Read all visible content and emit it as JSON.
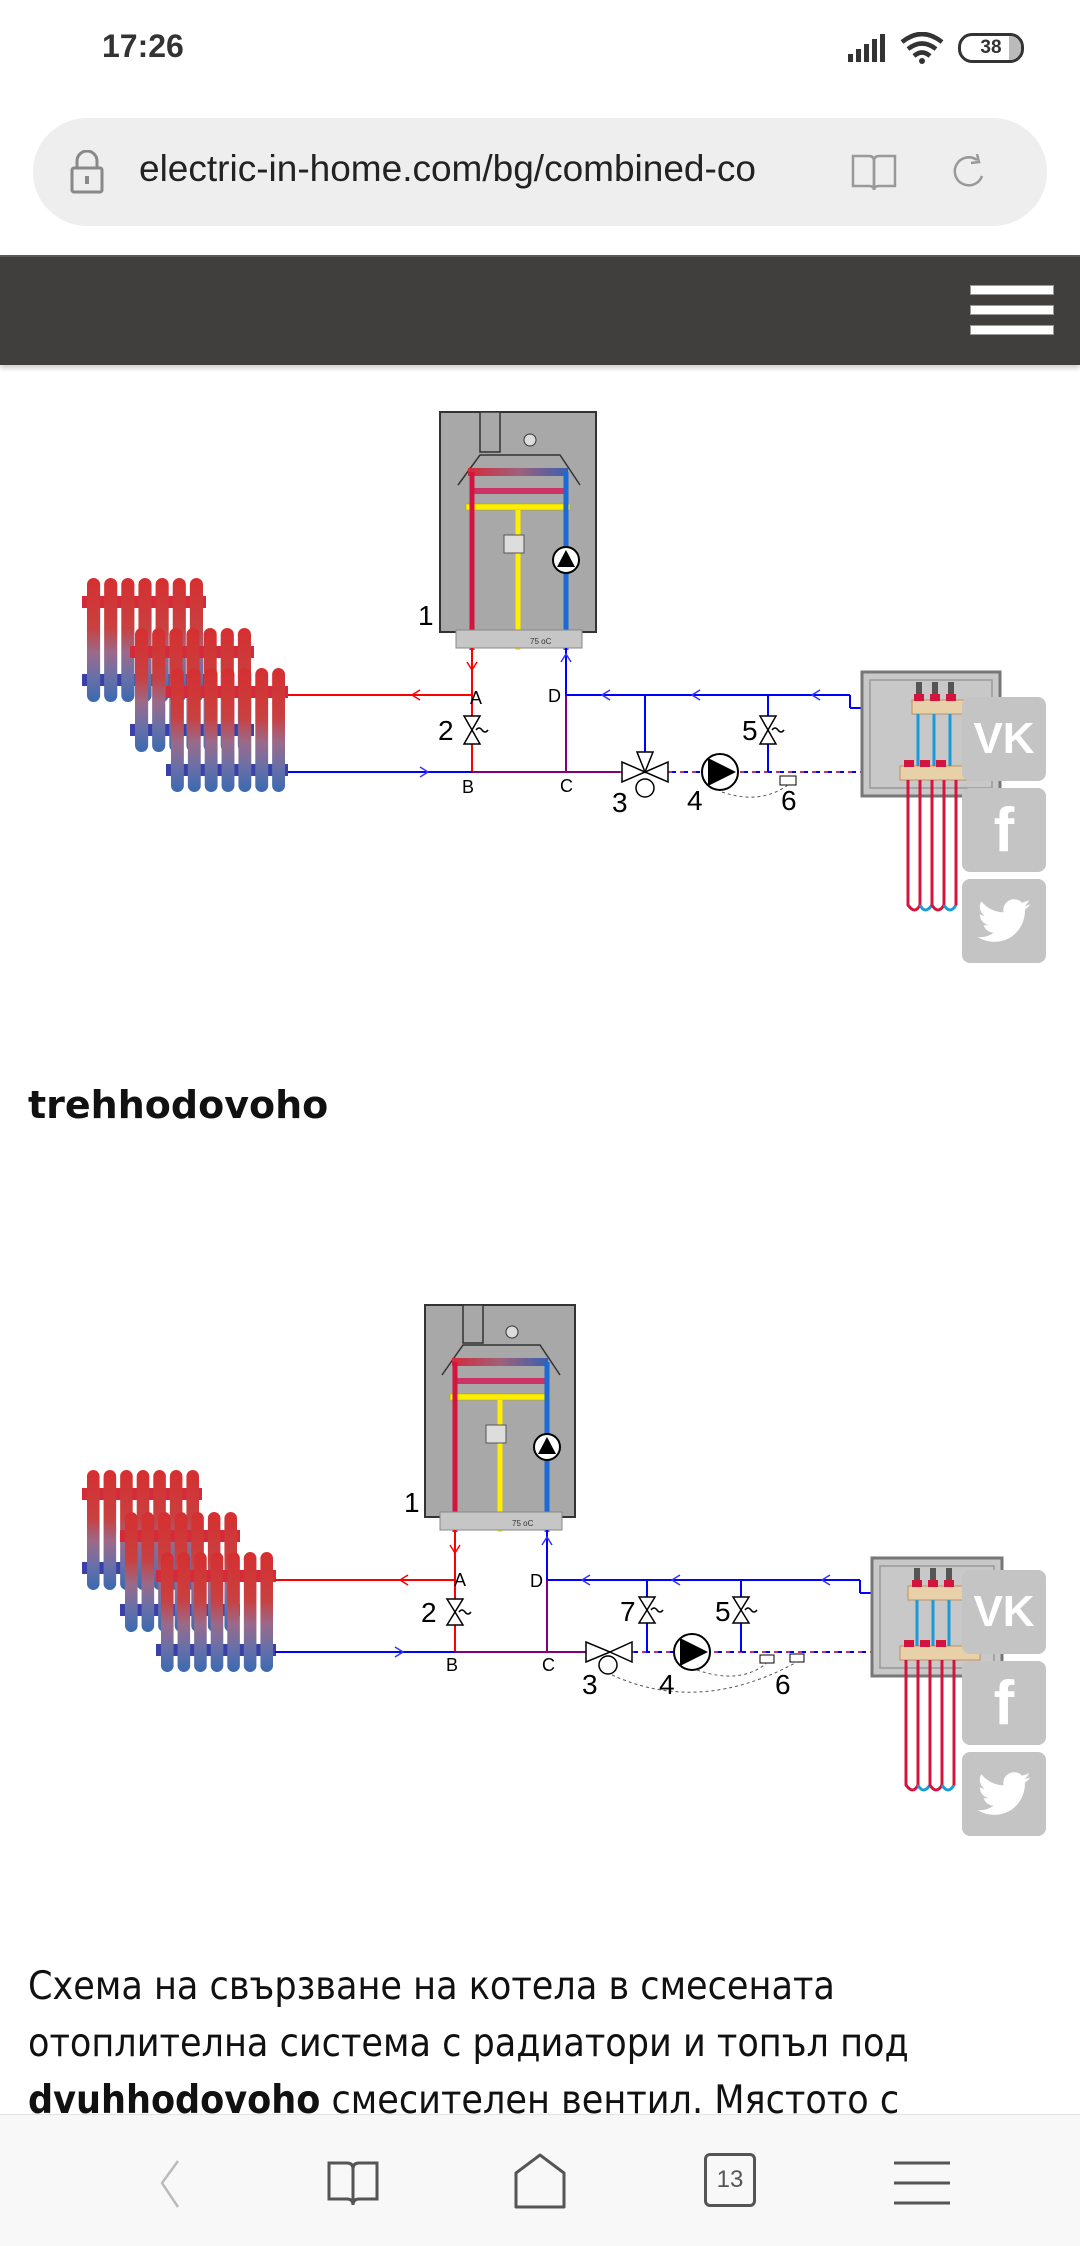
{
  "status_bar": {
    "time": "17:26",
    "battery_level": "38",
    "icons": [
      "signal-icon",
      "wifi-icon",
      "battery-icon"
    ]
  },
  "browser": {
    "url": "electric-in-home.com/bg/combined-co",
    "icons": [
      "lock-icon",
      "reader-mode-icon",
      "reload-icon"
    ]
  },
  "site_header": {
    "menu_icon": "hamburger-menu-icon"
  },
  "diagram1": {
    "labels": {
      "boiler": "1",
      "valve2": "2",
      "mixing_valve": "3",
      "pump": "4",
      "valve5": "5",
      "sensor": "6",
      "point_a": "A",
      "point_b": "B",
      "point_c": "C",
      "point_d": "D",
      "boiler_display": "75 oC"
    }
  },
  "heading": "trehhodovoho",
  "diagram2": {
    "labels": {
      "boiler": "1",
      "valve2": "2",
      "mixing_valve": "3",
      "pump": "4",
      "valve5": "5",
      "sensor": "6",
      "valve7": "7",
      "point_a": "A",
      "point_b": "B",
      "point_c": "C",
      "point_d": "D",
      "boiler_display": "75 oC"
    }
  },
  "social": {
    "vk": "VK",
    "facebook": "f",
    "twitter": "twitter"
  },
  "paragraph": {
    "line1": "Схема на свързване на котела в смесената",
    "line2": "отоплителна система с радиатори и топъл под",
    "bold": "dvuhhodovoho",
    "line3_rest": " смесителен вентил. Мястото с"
  },
  "bottom_nav": {
    "tabs_count": "13",
    "items": [
      "back",
      "bookmarks",
      "home",
      "tabs",
      "menu"
    ]
  }
}
